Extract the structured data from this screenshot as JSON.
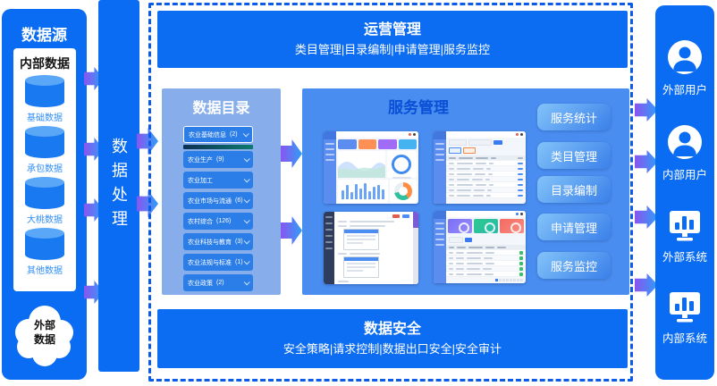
{
  "colors": {
    "primary_blue": "#0a6cf2",
    "catalog_panel": "#87aeeb",
    "service_panel": "#4a8df0",
    "arrow_gradient": [
      "#8a55f0",
      "#2f9ef8"
    ],
    "dashed_border": "#0a5ce8"
  },
  "left_panel": {
    "title": "数据源",
    "internal": {
      "title": "内部数据",
      "items": [
        {
          "label": "基础数据"
        },
        {
          "label": "承包数据"
        },
        {
          "label": "大桃数据"
        },
        {
          "label": "其他数据"
        }
      ]
    },
    "external": {
      "label_line1": "外部",
      "label_line2": "数据"
    }
  },
  "process": {
    "label": "数据处理"
  },
  "top_bar": {
    "title": "运营管理",
    "subtitle": "类目管理|目录编制|申请管理|服务监控"
  },
  "catalog": {
    "title": "数据目录",
    "items": [
      {
        "label": "农业基础信息",
        "count": "(2)"
      },
      {
        "label": "农业生产",
        "count": "(9)"
      },
      {
        "label": "农业加工",
        "count": ""
      },
      {
        "label": "农业市场与流通",
        "count": "(6)"
      },
      {
        "label": "农村综合",
        "count": "(126)"
      },
      {
        "label": "农业科技与教育",
        "count": "(3)"
      },
      {
        "label": "农业法规与标准",
        "count": "(1)"
      },
      {
        "label": "农业政策",
        "count": "(2)"
      }
    ]
  },
  "service": {
    "title": "服务管理",
    "buttons": [
      {
        "label": "服务统计"
      },
      {
        "label": "类目管理"
      },
      {
        "label": "目录编制"
      },
      {
        "label": "申请管理"
      },
      {
        "label": "服务监控"
      }
    ]
  },
  "bottom_bar": {
    "title": "数据安全",
    "subtitle": "安全策略|请求控制|数据出口安全|安全审计"
  },
  "right_panel": {
    "items": [
      {
        "icon": "user-icon",
        "label": "外部用户"
      },
      {
        "icon": "user-icon",
        "label": "内部用户"
      },
      {
        "icon": "system-monitor-icon",
        "label": "外部系统"
      },
      {
        "icon": "system-monitor-icon",
        "label": "内部系统"
      }
    ]
  }
}
